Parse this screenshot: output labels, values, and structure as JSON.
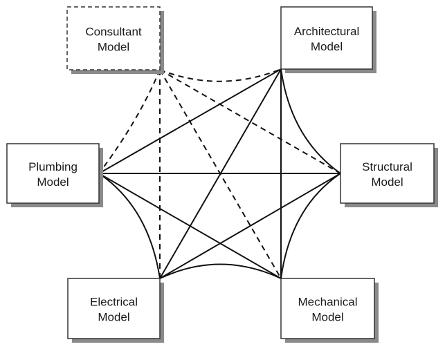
{
  "diagram": {
    "type": "network",
    "description": "Model coordination network",
    "nodes": [
      {
        "id": "consultant",
        "line1": "Consultant",
        "line2": "Model",
        "style": "dashed"
      },
      {
        "id": "architectural",
        "line1": "Architectural",
        "line2": "Model",
        "style": "solid"
      },
      {
        "id": "plumbing",
        "line1": "Plumbing",
        "line2": "Model",
        "style": "solid"
      },
      {
        "id": "structural",
        "line1": "Structural",
        "line2": "Model",
        "style": "solid"
      },
      {
        "id": "electrical",
        "line1": "Electrical",
        "line2": "Model",
        "style": "solid"
      },
      {
        "id": "mechanical",
        "line1": "Mechanical",
        "line2": "Model",
        "style": "solid"
      }
    ],
    "edges": [
      {
        "from": "consultant",
        "to": "architectural",
        "style": "dashed",
        "shape": "curve"
      },
      {
        "from": "consultant",
        "to": "plumbing",
        "style": "dashed",
        "shape": "curve"
      },
      {
        "from": "consultant",
        "to": "structural",
        "style": "dashed",
        "shape": "straight"
      },
      {
        "from": "consultant",
        "to": "electrical",
        "style": "dashed",
        "shape": "straight"
      },
      {
        "from": "consultant",
        "to": "mechanical",
        "style": "dashed",
        "shape": "straight"
      },
      {
        "from": "architectural",
        "to": "plumbing",
        "style": "solid",
        "shape": "straight"
      },
      {
        "from": "architectural",
        "to": "structural",
        "style": "solid",
        "shape": "curve"
      },
      {
        "from": "architectural",
        "to": "electrical",
        "style": "solid",
        "shape": "straight"
      },
      {
        "from": "architectural",
        "to": "mechanical",
        "style": "solid",
        "shape": "straight"
      },
      {
        "from": "plumbing",
        "to": "structural",
        "style": "solid",
        "shape": "straight"
      },
      {
        "from": "plumbing",
        "to": "electrical",
        "style": "solid",
        "shape": "curve"
      },
      {
        "from": "plumbing",
        "to": "mechanical",
        "style": "solid",
        "shape": "straight"
      },
      {
        "from": "structural",
        "to": "electrical",
        "style": "solid",
        "shape": "straight"
      },
      {
        "from": "structural",
        "to": "mechanical",
        "style": "solid",
        "shape": "curve"
      },
      {
        "from": "electrical",
        "to": "mechanical",
        "style": "solid",
        "shape": "curve"
      }
    ],
    "colors": {
      "line": "#111111",
      "box_border": "#333333",
      "box_fill": "#ffffff",
      "shadow": "#8a8a8a",
      "text": "#1a1a1a"
    }
  }
}
